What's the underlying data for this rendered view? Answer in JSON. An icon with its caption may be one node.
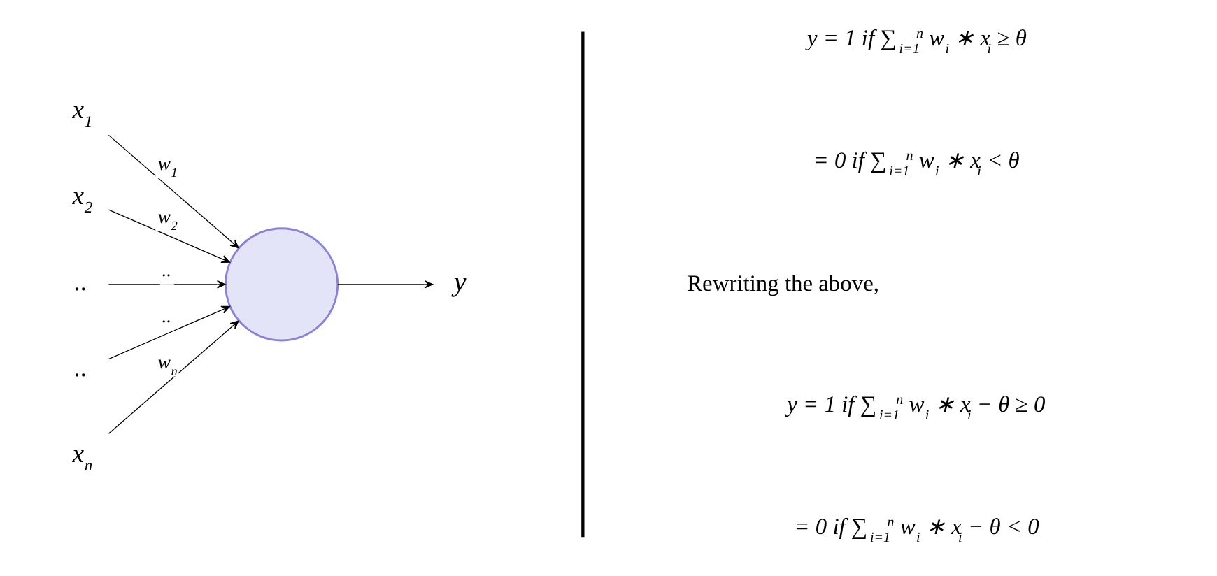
{
  "diagram": {
    "nodes": [
      {
        "text": [
          "x$_{1}$"
        ]
      },
      {
        "text": [
          "x$_{2}$"
        ]
      },
      {
        "text": [
          ".."
        ]
      },
      {
        "text": [
          ".."
        ]
      },
      {
        "text": [
          "x$_{n}$"
        ]
      },
      {
        "text": [],
        "shape": "circle"
      },
      {
        "text": [
          "y"
        ]
      }
    ],
    "edges": [
      {
        "from": 0,
        "to": 5,
        "arrow": "to",
        "label": "w$_{1}$"
      },
      {
        "from": 1,
        "to": 5,
        "arrow": "to",
        "label": "w$_{2}$"
      },
      {
        "from": 2,
        "to": 5,
        "arrow": "to",
        "label": ".."
      },
      {
        "from": 3,
        "to": 5,
        "arrow": "to",
        "label": ".."
      },
      {
        "from": 4,
        "to": 5,
        "arrow": "to",
        "label": "w$_{n}$"
      },
      {
        "from": 5,
        "to": 6,
        "arrow": "to"
      }
    ],
    "labels": [
      "y = 1 if ∑$_{i=1}$$^{n}$ w$_{i}$ ∗ x$_{i}$ ≥ θ",
      "= 0 if ∑$_{i=1}$$^{n}$ w$_{i}$ ∗ x$_{i}$ < θ",
      "Rewriting the above,",
      "y = 1 if ∑$_{i=1}$$^{n}$ w$_{i}$ ∗ x$_{i}$ − θ ≥ 0",
      "= 0 if ∑$_{i=1}$$^{n}$ w$_{i}$ ∗ x$_{i}$ − θ < 0"
    ]
  }
}
